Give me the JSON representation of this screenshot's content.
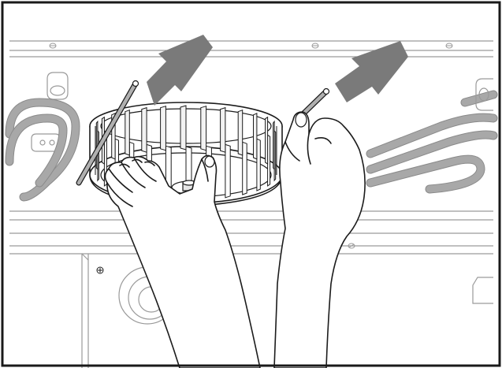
{
  "figure": {
    "kind": "technical-illustration",
    "colors": {
      "background": "#ffffff",
      "frame": "#1a1a1a",
      "outline": "#1c1c1c",
      "panel_line": "#9a9a9a",
      "heating_element": "#a8a8a8",
      "heating_element_edge": "#8a8a8a",
      "arrow": "#7a7a7a",
      "hand_fill": "#ffffff",
      "pin_fill": "#b0b0b0"
    },
    "callout_arrows": 2,
    "pins": 2
  }
}
